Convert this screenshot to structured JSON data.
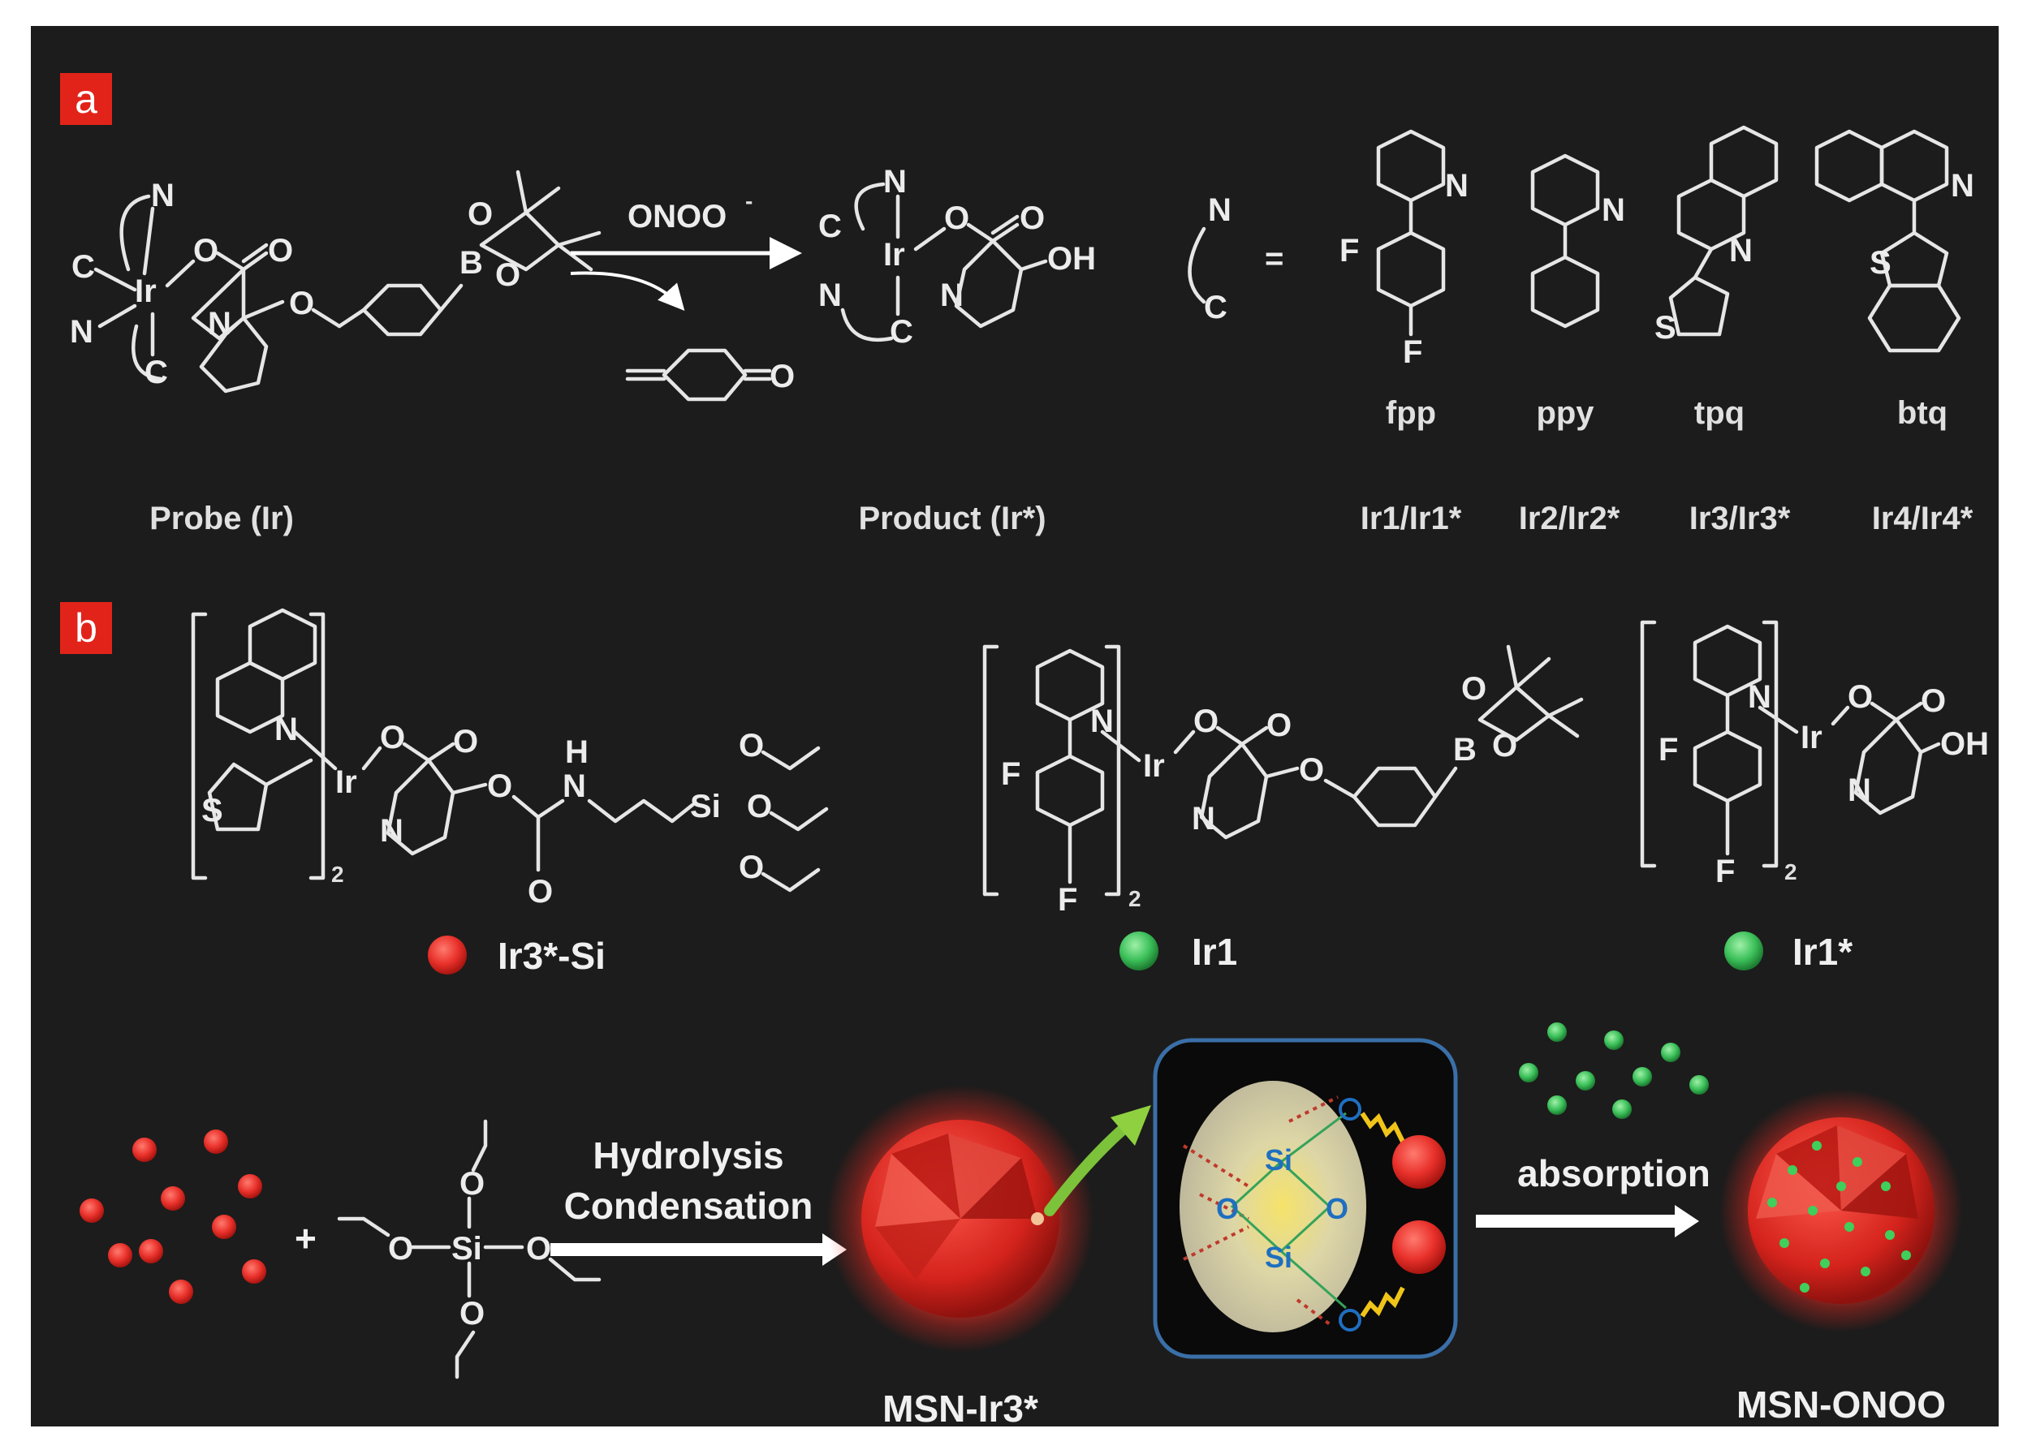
{
  "panel_a": {
    "tag": "a",
    "reagent": "ONOO",
    "reagent_charge": "-",
    "probe_label": "Probe (Ir)",
    "product_label": "Product (Ir*)",
    "ligand_eq": "=",
    "ligands": [
      {
        "name": "fpp",
        "pair": "Ir1/Ir1*"
      },
      {
        "name": "ppy",
        "pair": "Ir2/Ir2*"
      },
      {
        "name": "tpq",
        "pair": "Ir3/Ir3*"
      },
      {
        "name": "btq",
        "pair": "Ir4/Ir4*"
      }
    ]
  },
  "panel_b": {
    "tag": "b",
    "compounds": [
      {
        "label": "Ir3*-Si",
        "dot_color": "#e8302a"
      },
      {
        "label": "Ir1",
        "dot_color": "#4fae5a"
      },
      {
        "label": "Ir1*",
        "dot_color": "#2fb33a"
      }
    ],
    "subscript": "2",
    "plus": "+",
    "step1_line1": "Hydrolysis",
    "step1_line2": "Condensation",
    "nanoparticle1": "MSN-Ir3*",
    "step2": "absorption",
    "nanoparticle2": "MSN-ONOO"
  },
  "colors": {
    "background": "#1c1c1c",
    "tag": "#e2231a",
    "red_dot": "#e8302a",
    "green_dot": "#3cc05a",
    "silica_blue": "#1f6fc0",
    "linker": "#f0c419",
    "frame_blue": "#3a6fa8"
  }
}
